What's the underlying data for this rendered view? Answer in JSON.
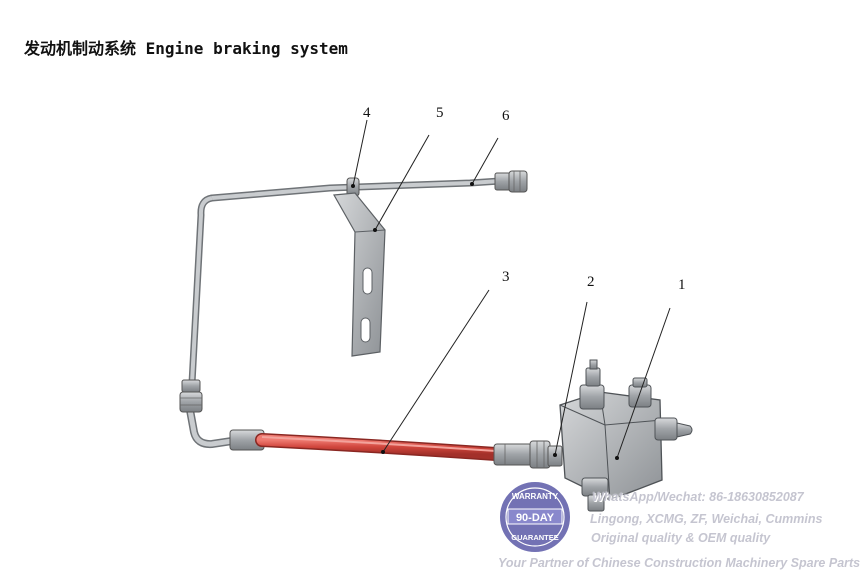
{
  "title": "发动机制动系统 Engine braking system",
  "callouts": [
    "1",
    "2",
    "3",
    "4",
    "5",
    "6"
  ],
  "watermark": {
    "badge_top": "WARRANTY",
    "badge_mid": "90-DAY",
    "badge_bottom": "GUARANTEE",
    "contact": "WhatsApp/Wechat: 86-18630852087",
    "brands": "Lingong, XCMG, ZF, Weichai, Cummins",
    "quality": "Original quality & OEM quality",
    "tagline": "Your Partner of Chinese Construction Machinery Spare Parts"
  },
  "colors": {
    "hose": "#d0453c",
    "pipe": "#a9adb1",
    "valve": "#b3b6b8",
    "badge": "#5b5aa8"
  }
}
